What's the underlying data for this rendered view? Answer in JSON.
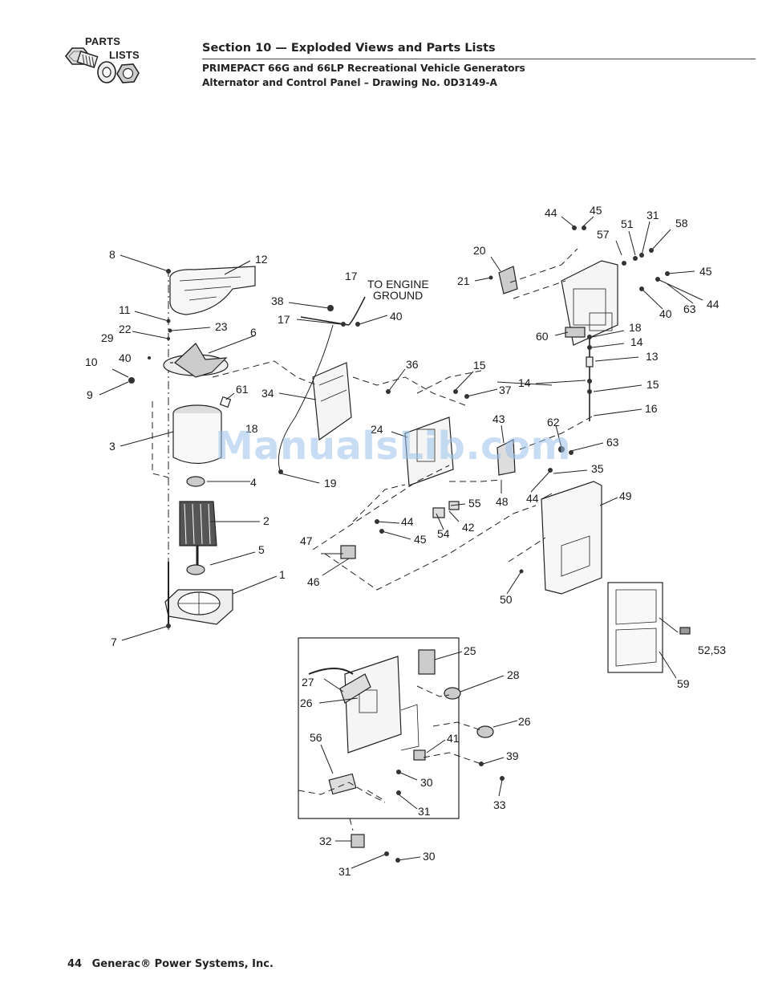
{
  "header": {
    "logo_parts": "PARTS",
    "logo_lists": "LISTS",
    "section_title": "Section 10 — Exploded Views and Parts Lists",
    "subtitle_1": "PRIMEPACT 66G and 66LP Recreational Vehicle Generators",
    "subtitle_2": "Alternator and Control Panel – Drawing No. 0D3149-A"
  },
  "diagram": {
    "annotation_line1": "TO ENGINE",
    "annotation_line2": "GROUND",
    "labels": [
      "8",
      "12",
      "17",
      "38",
      "17",
      "40",
      "11",
      "23",
      "22",
      "6",
      "29",
      "40",
      "10",
      "9",
      "61",
      "34",
      "36",
      "15",
      "37",
      "18",
      "24",
      "3",
      "19",
      "4",
      "2",
      "5",
      "1",
      "7",
      "47",
      "46",
      "44",
      "45",
      "55",
      "54",
      "42",
      "48",
      "43",
      "62",
      "63",
      "35",
      "44",
      "49",
      "50",
      "20",
      "21",
      "44",
      "45",
      "57",
      "51",
      "31",
      "58",
      "45",
      "63",
      "44",
      "40",
      "60",
      "18",
      "14",
      "13",
      "14",
      "15",
      "16",
      "52,53",
      "59",
      "25",
      "27",
      "26",
      "28",
      "26",
      "41",
      "56",
      "30",
      "31",
      "39",
      "33",
      "32",
      "31",
      "30"
    ]
  },
  "watermark": "ManualsLib.com",
  "footer": {
    "page": "44",
    "company": "Generac® Power Systems, Inc."
  }
}
